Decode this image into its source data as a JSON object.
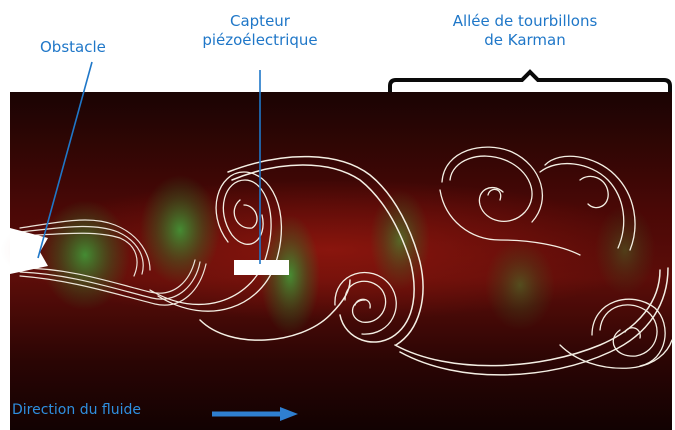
{
  "labels": {
    "obstacle": "Obstacle",
    "capteur_line1": "Capteur",
    "capteur_line2": "piézoélectrique",
    "allee_line1": "Allée de tourbillons",
    "allee_line2": "de Karman",
    "direction": "Direction du fluide"
  },
  "colors": {
    "label_blue": "#1f77c8",
    "arrow_blue": "#2f7fd0",
    "background_red": "#5a0a08",
    "background_dark": "#160303",
    "vortex_green": "#3fa23a",
    "streamline": "#f4efe4"
  }
}
